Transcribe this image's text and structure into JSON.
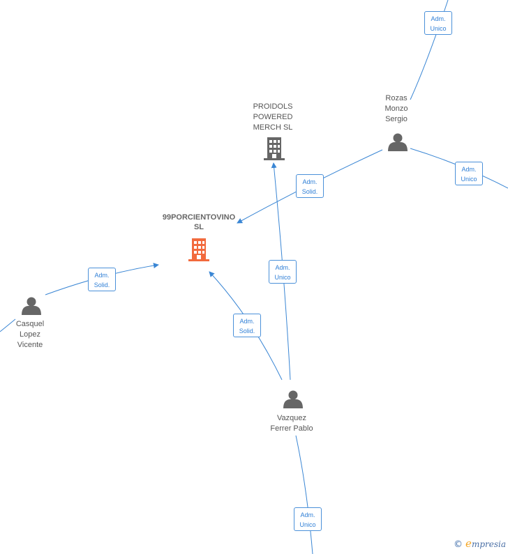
{
  "nodes": {
    "main_company": {
      "label": "99PORCIENTOVINO\nSL",
      "color": "#f26a3d"
    },
    "proidols": {
      "label": "PROIDOLS\nPOWERED\nMERCH  SL",
      "color": "#666666"
    },
    "rozas": {
      "label": "Rozas\nMonzo\nSergio"
    },
    "casquel": {
      "label": "Casquel\nLopez\nVicente"
    },
    "vazquez": {
      "label": "Vazquez\nFerrer Pablo"
    }
  },
  "edges": {
    "top_right": "Adm.\nUnico",
    "rozas_right": "Adm.\nUnico",
    "rozas_to_main": "Adm.\nSolid.",
    "casquel_to_main": "Adm.\nSolid.",
    "vazquez_to_main": "Adm.\nSolid.",
    "vazquez_to_proidols": "Adm.\nUnico",
    "vazquez_bottom": "Adm.\nUnico"
  },
  "colors": {
    "edge": "#3a86d4",
    "person_icon": "#666666"
  },
  "brand": {
    "copyright": "©",
    "e": "e",
    "rest": "mpresia"
  }
}
